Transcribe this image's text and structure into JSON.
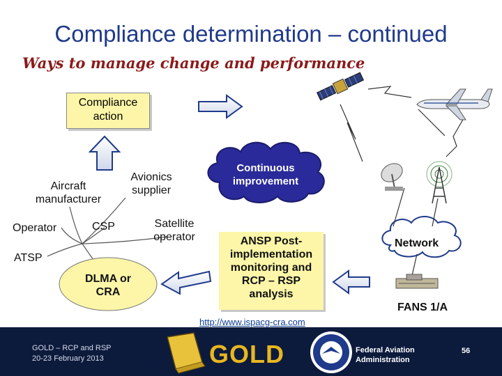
{
  "slide": {
    "title": "Compliance determination – continued",
    "subtitle": "Ways to manage change and performance"
  },
  "diagram": {
    "compliance_action": "Compliance action",
    "aircraft_manufacturer": "Aircraft manufacturer",
    "avionics_supplier": "Avionics supplier",
    "operator": "Operator",
    "csp": "CSP",
    "satellite_operator": "Satellite operator",
    "atsp": "ATSP",
    "dlma": "DLMA or CRA",
    "continuous_improvement": "Continuous improvement",
    "ansp_analysis": "ANSP Post-implementation monitoring and RCP – RSP analysis",
    "network": "Network",
    "fans": "FANS 1/A",
    "url": "http://www.ispacg-cra.com"
  },
  "footer": {
    "line1": "GOLD – RCP and RSP",
    "line2": "20-23 February 2013",
    "gold": "GOLD",
    "faa_line1": "Federal Aviation",
    "faa_line2": "Administration",
    "page": "56"
  },
  "colors": {
    "title": "#1f3a8a",
    "subtitle": "#8b1a1a",
    "box_fill": "#fdf6a8",
    "cloud_fill": "#2a2a9a",
    "footer_bg": "#0c1a3c",
    "gold": "#e8b620"
  }
}
